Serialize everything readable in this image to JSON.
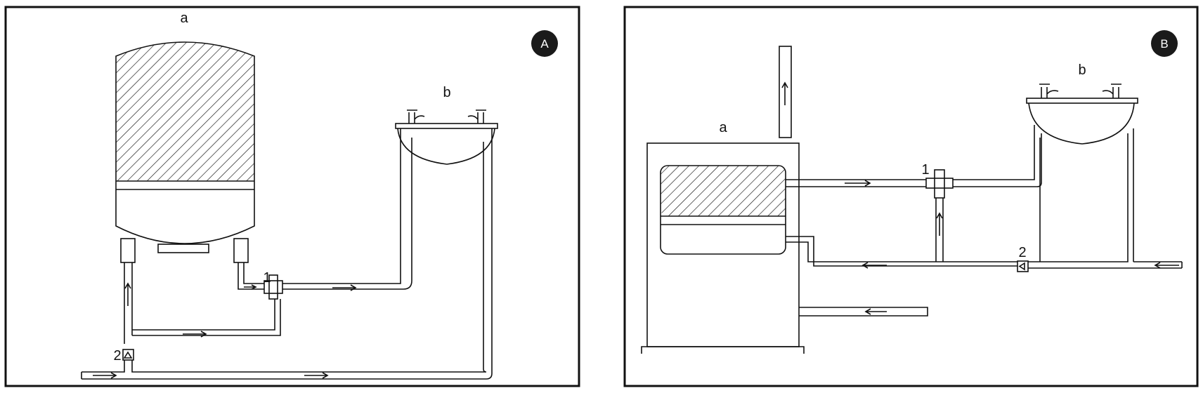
{
  "colors": {
    "line": "#111111",
    "badge": "#1a1a1a",
    "background": "#ffffff"
  },
  "panel_a": {
    "badge": "A",
    "labels": {
      "tank": "a",
      "sink": "b",
      "valve": "1",
      "check_valve": "2"
    }
  },
  "panel_b": {
    "badge": "B",
    "labels": {
      "heater": "a",
      "sink": "b",
      "valve": "1",
      "check_valve": "2"
    }
  }
}
